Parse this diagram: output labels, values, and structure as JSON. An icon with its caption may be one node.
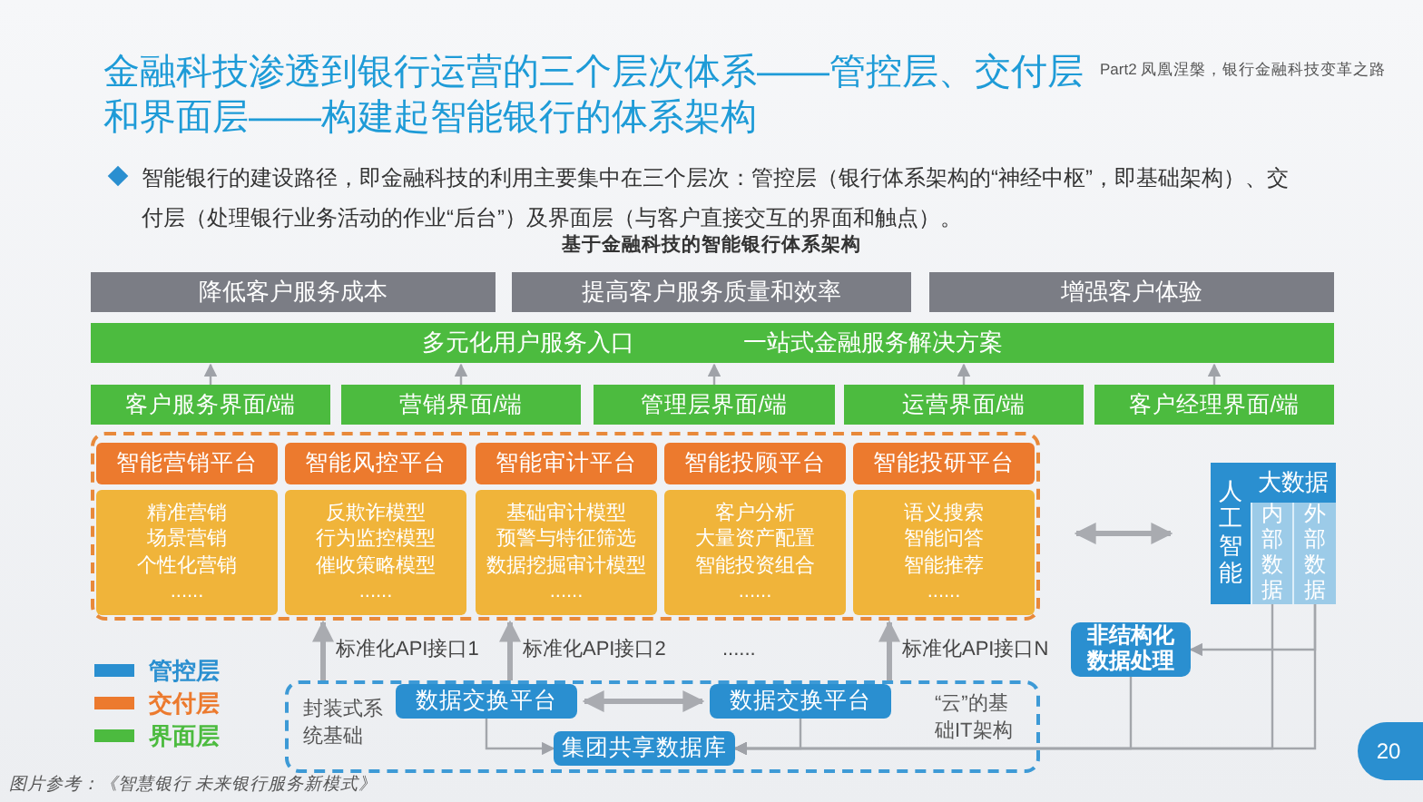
{
  "diagram": {
    "title": "金融科技渗透到银行运营的三个层次体系——管控层、交付层和界面层——构建起智能银行的体系架构",
    "nodes": [
      {
        "text": [
          "降低客户服务成本"
        ]
      },
      {
        "text": [
          "提高客户服务质量和效率"
        ]
      },
      {
        "text": [
          "增强客户体验"
        ]
      },
      {
        "text": [
          "多元化用户服务入口",
          "一站式金融服务解决方案"
        ]
      },
      {
        "text": [
          "客户服务界面/端"
        ]
      },
      {
        "text": [
          "营销界面/端"
        ]
      },
      {
        "text": [
          "管理层界面/端"
        ]
      },
      {
        "text": [
          "运营界面/端"
        ]
      },
      {
        "text": [
          "客户经理界面/端"
        ]
      },
      {
        "text": [],
        "shape": "box"
      },
      {
        "text": [
          "智能营销平台"
        ],
        "in": 9
      },
      {
        "text": [
          "精准营销",
          "场景营销",
          "个性化营销",
          "......"
        ],
        "in": 9
      },
      {
        "text": [
          "智能风控平台"
        ],
        "in": 9
      },
      {
        "text": [
          "反欺诈模型",
          "行为监控模型",
          "催收策略模型",
          "......"
        ],
        "in": 9
      },
      {
        "text": [
          "智能审计平台"
        ],
        "in": 9
      },
      {
        "text": [
          "基础审计模型",
          "预警与特征筛选",
          "数据挖掘审计模型",
          "......"
        ],
        "in": 9
      },
      {
        "text": [
          "智能投顾平台"
        ],
        "in": 9
      },
      {
        "text": [
          "客户分析",
          "大量资产配置",
          "智能投资组合",
          "......"
        ],
        "in": 9
      },
      {
        "text": [
          "智能投研平台"
        ],
        "in": 9
      },
      {
        "text": [
          "语义搜索",
          "智能问答",
          "智能推荐",
          "......"
        ],
        "in": 9
      },
      {
        "text": [],
        "shape": "box"
      },
      {
        "text": [
          "人工智能"
        ],
        "in": 20
      },
      {
        "text": [
          "大数据"
        ],
        "in": 20
      },
      {
        "text": [
          "内部数据"
        ],
        "in": 20
      },
      {
        "text": [
          "外部数据"
        ],
        "in": 20
      },
      {
        "text": [
          "非结构化数据处理"
        ]
      },
      {
        "text": [
          "封装式系统基础",
          "“云”的基础IT架构"
        ]
      },
      {
        "text": [
          "数据交换平台"
        ],
        "in": 26
      },
      {
        "text": [
          "数据交换平台"
        ],
        "in": 26
      },
      {
        "text": [
          "集团共享数据库"
        ],
        "in": 26
      }
    ],
    "edges": [
      {
        "from": 4,
        "to": 3,
        "arrow": "to"
      },
      {
        "from": 5,
        "to": 3,
        "arrow": "to"
      },
      {
        "from": 6,
        "to": 3,
        "arrow": "to"
      },
      {
        "from": 7,
        "to": 3,
        "arrow": "to"
      },
      {
        "from": 8,
        "to": 3,
        "arrow": "to"
      },
      {
        "from": 9,
        "to": 20,
        "arrow": "both",
        "style": "thick"
      },
      {
        "from": 26,
        "to": 9,
        "arrow": "to",
        "label": "标准化API接口1",
        "style": "thick"
      },
      {
        "from": 26,
        "to": 9,
        "arrow": "to",
        "label": "标准化API接口2",
        "style": "thick"
      },
      {
        "from": 26,
        "to": 9,
        "arrow": "to",
        "label": "标准化API接口N",
        "style": "thick"
      },
      {
        "from": 27,
        "to": 28,
        "arrow": "both",
        "style": "thick"
      },
      {
        "from": 27,
        "to": 29,
        "arrow": "to"
      },
      {
        "from": 28,
        "to": 29,
        "arrow": "to"
      },
      {
        "from": 25,
        "to": 29,
        "arrow": "to"
      },
      {
        "from": 23,
        "to": 29,
        "arrow": "to"
      },
      {
        "from": 24,
        "to": 29,
        "arrow": "to"
      },
      {
        "from": 24,
        "to": 25,
        "arrow": "to"
      }
    ],
    "labels": [
      "Part2 凤凰涅槃，银行金融科技变革之路",
      "智能银行的建设路径，即金融科技的利用主要集中在三个层次：管控层（银行体系架构的“神经中枢”，即基础架构）、交付层（处理银行业务活动的作业“后台”）及界面层（与客户直接交互的界面和触点）。",
      "基于金融科技的智能银行体系架构",
      "......",
      "图片参考：《智慧银行 未来银行服务新模式》",
      "20"
    ],
    "legend": [
      {
        "text": "管控层",
        "color": "#2a8fd0"
      },
      {
        "text": "交付层",
        "color": "#ec7a2e"
      },
      {
        "text": "界面层",
        "color": "#4cbb3f"
      }
    ]
  }
}
